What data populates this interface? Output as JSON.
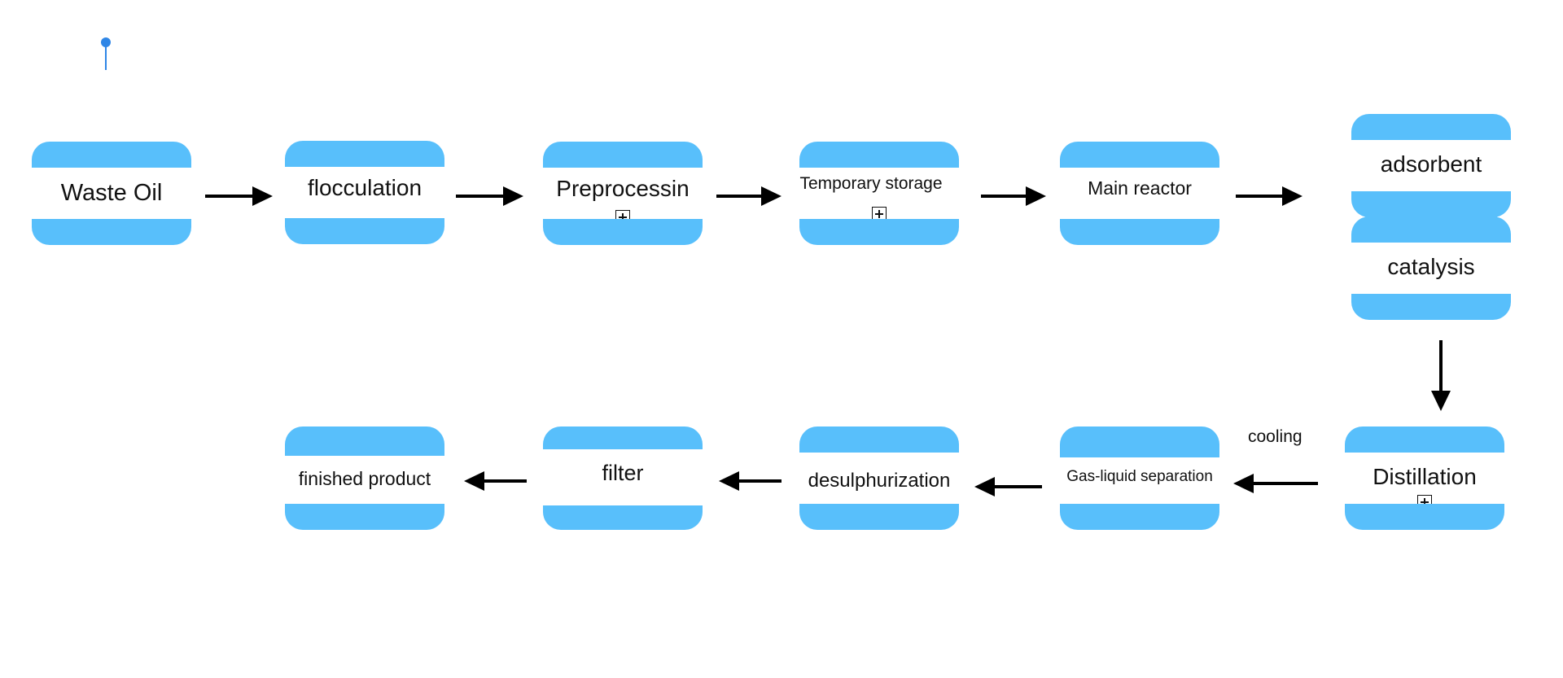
{
  "colors": {
    "node_fill": "#58bffb",
    "arrow": "#000000",
    "marker": "#2f86e6"
  },
  "nodes": {
    "waste_oil": "Waste Oil",
    "flocculation": "flocculation",
    "preprocessing": "Preprocessin",
    "temporary_storage": "Temporary storage",
    "main_reactor": "Main reactor",
    "adsorbent": "adsorbent",
    "catalysis": "catalysis",
    "distillation": "Distillation",
    "gas_liquid_separation": "Gas-liquid separation",
    "desulphurization": "desulphurization",
    "filter": "filter",
    "finished_product": "finished product"
  },
  "edge_labels": {
    "cooling": "cooling"
  },
  "icons": {
    "expand": "expand-plus-icon",
    "marker": "location-pin-icon"
  }
}
